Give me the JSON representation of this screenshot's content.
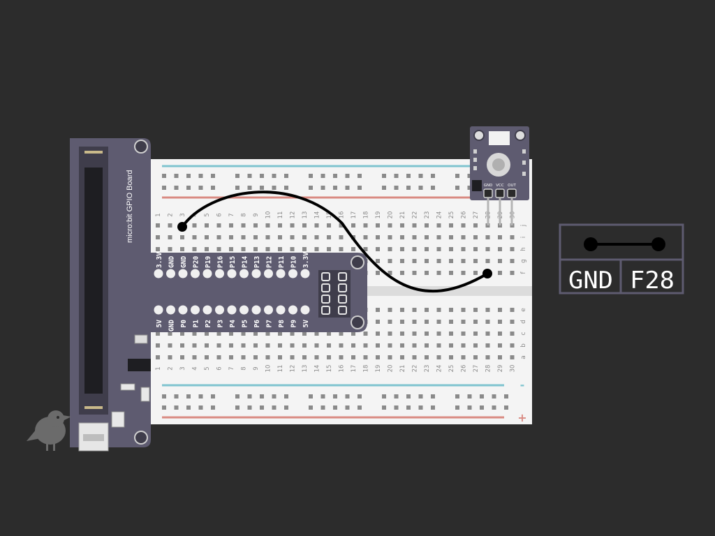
{
  "board": {
    "title": "micro:bit GPIO Board",
    "top_pins": [
      "3.3V",
      "GND",
      "GND",
      "P20",
      "P19",
      "P16",
      "P15",
      "P14",
      "P13",
      "P12",
      "P11",
      "P10",
      "3.3V"
    ],
    "bottom_pins": [
      "5V",
      "GND",
      "P0",
      "P1",
      "P2",
      "P3",
      "P4",
      "P5",
      "P6",
      "P7",
      "P8",
      "P9",
      "5V"
    ]
  },
  "breadboard": {
    "columns": 30,
    "rows_top": [
      "j",
      "i",
      "h",
      "g",
      "f"
    ],
    "rows_bottom": [
      "e",
      "d",
      "c",
      "b",
      "a"
    ],
    "rail_minus": "-",
    "rail_plus": "+"
  },
  "sensor": {
    "pin_labels": [
      "GND",
      "VCC",
      "OUT"
    ]
  },
  "wire": {
    "from": "j3",
    "to": "f28"
  },
  "legend": {
    "left": "GND",
    "right": "F28"
  },
  "colors": {
    "background": "#2c2c2c",
    "board": "#5e5b70",
    "rail_blue": "#7fc4cf",
    "rail_red": "#d98a82",
    "wire": "#000000"
  }
}
